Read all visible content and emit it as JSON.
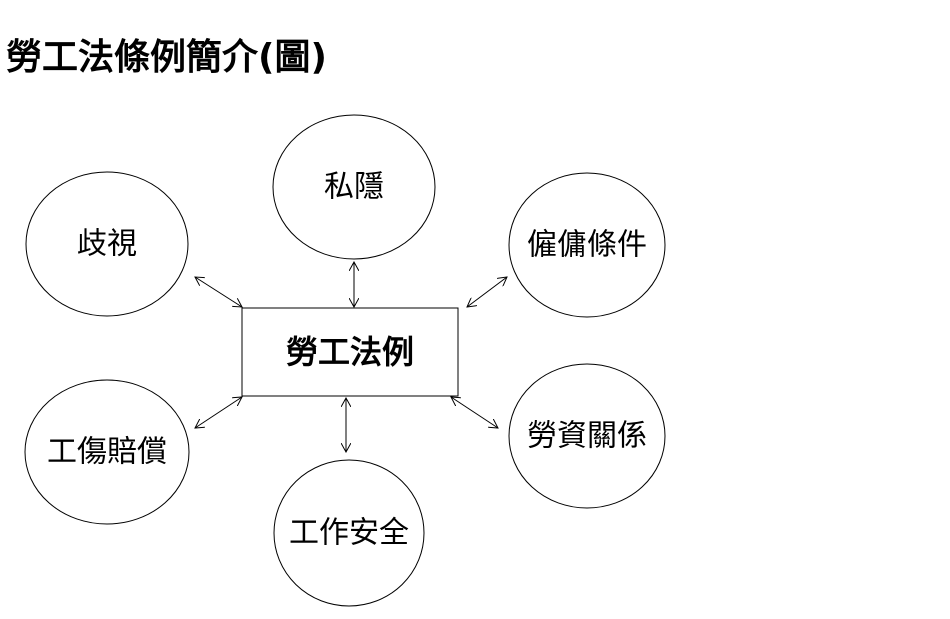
{
  "title": "勞工法條例簡介(圖)",
  "center": "勞工法例",
  "nodes": {
    "discrimination": "歧視",
    "privacy": "私隱",
    "employment_conditions": "僱傭條件",
    "injury_compensation": "工傷賠償",
    "work_safety": "工作安全",
    "labour_relations": "勞資關係"
  }
}
